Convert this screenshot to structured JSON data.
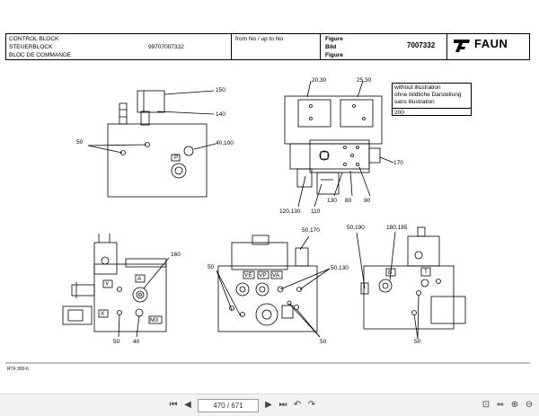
{
  "title_block": {
    "names": [
      "CONTROL BLOCK",
      "STEUERBLOCK",
      "BLOC DE COMMANDE"
    ],
    "part_number": "99707007332",
    "range_label": "from No / up to No",
    "figure_labels": [
      "Figure",
      "Bild",
      "Figure"
    ],
    "figure_number": "7007332",
    "brand": "FAUN"
  },
  "note_box": {
    "lines": [
      "without illustration",
      "ohne bildliche Darstellung",
      "sans illustration"
    ],
    "value": "200"
  },
  "callouts": {
    "c150": "150",
    "c140": "140",
    "c50a": "50",
    "c40100": "40,100",
    "c2030": "20,30",
    "c2530": "25,30",
    "c170": "170",
    "c120130": "120,130",
    "c110": "110",
    "c130": "130",
    "c80": "80",
    "c90": "90",
    "c160": "160",
    "c50b": "50",
    "c40": "40",
    "c50170": "50,170",
    "c50c": "50",
    "c50130": "50,130",
    "c50d": "50",
    "c50190": "50,190",
    "c180185": "180,185",
    "c50e": "50"
  },
  "port_labels": {
    "p": "P",
    "y": "Y",
    "a": "A",
    "x": "X",
    "m3": "M3",
    "ve": "VE",
    "vp": "VP",
    "va": "VA",
    "b": "B",
    "t": "T"
  },
  "footer_code": "RTF 300-6",
  "viewer": {
    "page_indicator": "470 / 671"
  }
}
